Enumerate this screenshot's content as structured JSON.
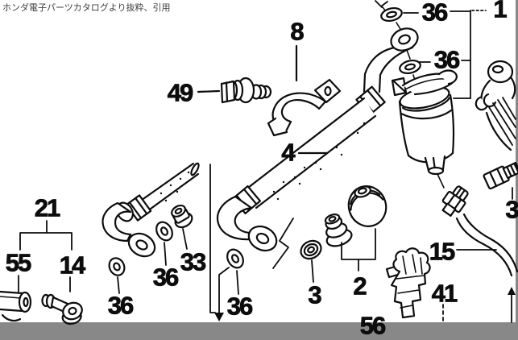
{
  "credit_note": "ホンダ電子パーツカタログより抜粋、引用",
  "diagram": {
    "type": "exploded-parts-diagram",
    "background": "#ffffff",
    "line_color": "#0d0d0d",
    "callouts": [
      {
        "text": "49"
      },
      {
        "text": "8"
      },
      {
        "text": "4"
      },
      {
        "text": "36"
      },
      {
        "text": "1"
      },
      {
        "text": "36"
      },
      {
        "text": "21"
      },
      {
        "text": "55"
      },
      {
        "text": "14"
      },
      {
        "text": "36"
      },
      {
        "text": "36"
      },
      {
        "text": "33"
      },
      {
        "text": "36"
      },
      {
        "text": "3"
      },
      {
        "text": "2"
      },
      {
        "text": "15"
      },
      {
        "text": "41"
      },
      {
        "text": "56"
      },
      {
        "text": "3"
      }
    ]
  }
}
